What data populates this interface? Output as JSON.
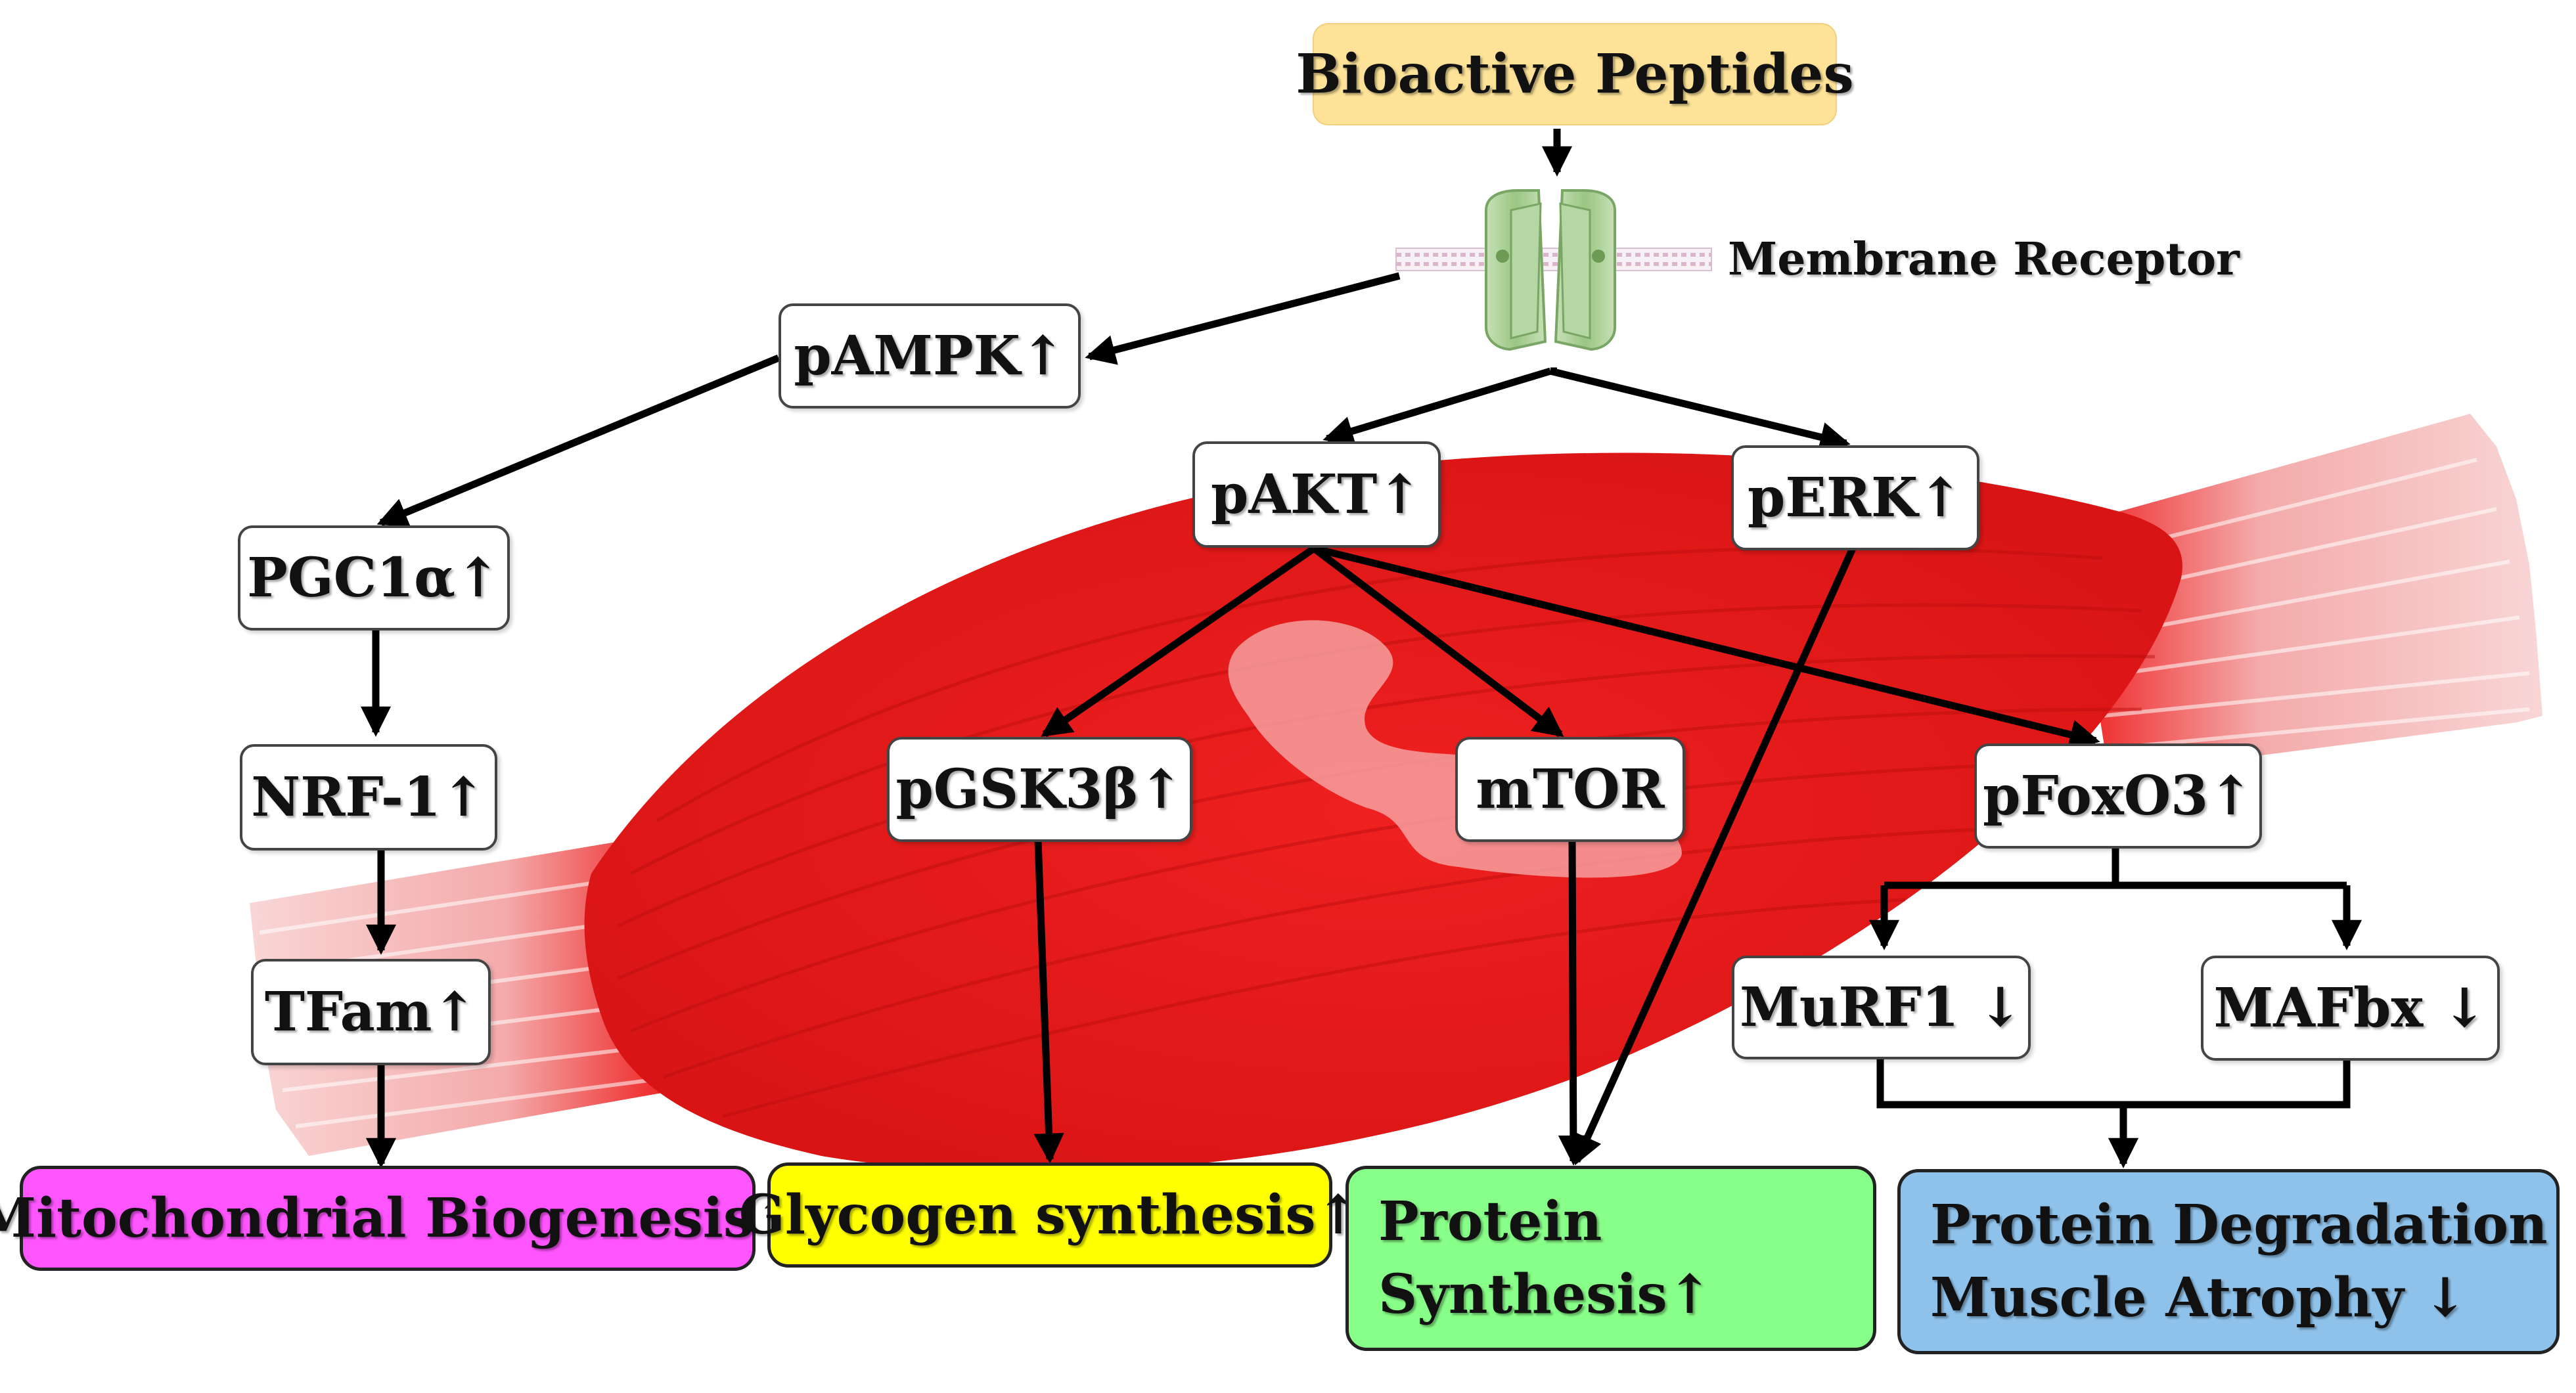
{
  "diagram": {
    "source": "Bioactive Peptides",
    "receptor": "Membrane Receptor",
    "kinases": {
      "pampk": "pAMPK↑",
      "pakt": "pAKT↑",
      "perk": "pERK↑"
    },
    "mito_pathway": {
      "pgc1a": "PGC1α↑",
      "nrf1": "NRF-1↑",
      "tfam": "TFam↑"
    },
    "akt_targets": {
      "pgsk3b": "pGSK3β↑",
      "mtor": "mTOR",
      "pfoxo3": "pFoxO3↑"
    },
    "ubiquitin_ligases": {
      "murf1": "MuRF1 ↓",
      "mafbx": "MAFbx ↓"
    },
    "outcomes": {
      "mito": "Mitochondrial Biogenesis↑",
      "glycogen": "Glycogen synthesis↑",
      "protein_synthesis": [
        "Protein",
        "Synthesis↑"
      ],
      "degradation": [
        "Protein Degradation ↓",
        "Muscle Atrophy ↓"
      ]
    },
    "colors": {
      "source": "#fde297",
      "mito": "#ff55ff",
      "glycogen": "#ffff00",
      "protein_synthesis": "#88ff88",
      "degradation": "#8fc2ea",
      "muscle": "#ee1c1c",
      "tendon": "#f6c4c4",
      "receptor": "#a9cf94"
    }
  }
}
